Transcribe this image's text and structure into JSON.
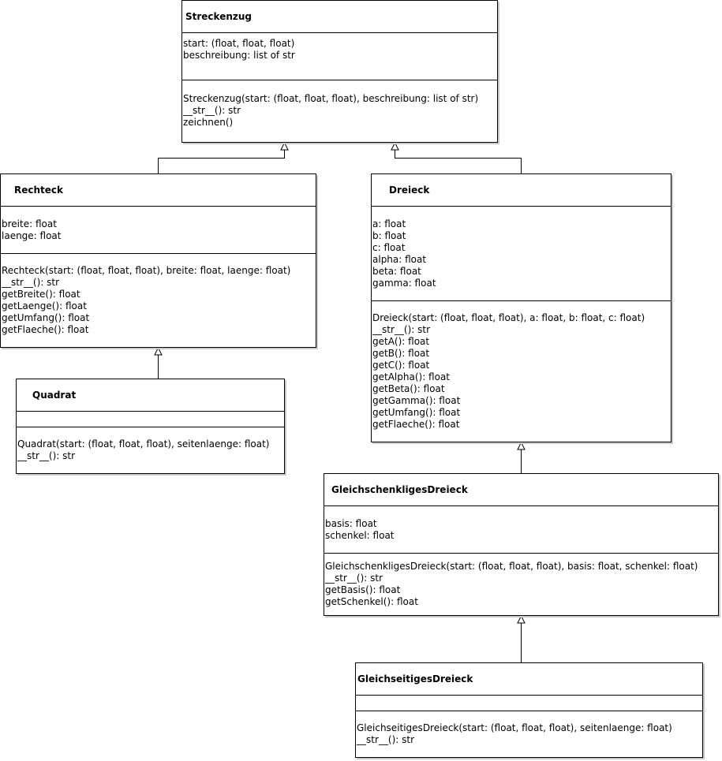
{
  "classes": {
    "streckenzug": {
      "name": "Streckenzug",
      "attributes": [
        "start: (float, float, float)",
        "beschreibung: list of str"
      ],
      "methods": [
        "Streckenzug(start: (float, float, float), beschreibung: list of str)",
        "__str__(): str",
        "zeichnen()"
      ]
    },
    "rechteck": {
      "name": "Rechteck",
      "attributes": [
        "breite: float",
        "laenge: float"
      ],
      "methods": [
        "Rechteck(start: (float, float, float), breite: float, laenge: float)",
        "__str__(): str",
        "getBreite(): float",
        "getLaenge(): float",
        "getUmfang(): float",
        "getFlaeche(): float"
      ]
    },
    "dreieck": {
      "name": "Dreieck",
      "attributes": [
        "a: float",
        "b: float",
        "c: float",
        "alpha: float",
        "beta: float",
        "gamma: float"
      ],
      "methods": [
        "Dreieck(start: (float, float, float), a: float, b: float, c: float)",
        "__str__(): str",
        "getA(): float",
        "getB(): float",
        "getC(): float",
        "getAlpha(): float",
        "getBeta(): float",
        "getGamma(): float",
        "getUmfang(): float",
        "getFlaeche(): float"
      ]
    },
    "quadrat": {
      "name": "Quadrat",
      "attributes": [],
      "methods": [
        "Quadrat(start: (float, float, float), seitenlaenge: float)",
        "__str__(): str"
      ]
    },
    "gleichschenkligesDreieck": {
      "name": "GleichschenkligesDreieck",
      "attributes": [
        "basis: float",
        "schenkel: float"
      ],
      "methods": [
        "GleichschenkligesDreieck(start: (float, float, float), basis: float, schenkel: float)",
        "__str__(): str",
        "getBasis(): float",
        "getSchenkel(): float"
      ]
    },
    "gleichseitigesDreieck": {
      "name": "GleichseitigesDreieck",
      "attributes": [],
      "methods": [
        "GleichseitigesDreieck(start: (float, float, float), seitenlaenge: float)",
        "__str__(): str"
      ]
    }
  },
  "inheritance": [
    {
      "child": "rechteck",
      "parent": "streckenzug"
    },
    {
      "child": "dreieck",
      "parent": "streckenzug"
    },
    {
      "child": "quadrat",
      "parent": "rechteck"
    },
    {
      "child": "gleichschenkligesDreieck",
      "parent": "dreieck"
    },
    {
      "child": "gleichseitigesDreieck",
      "parent": "gleichschenkligesDreieck"
    }
  ]
}
